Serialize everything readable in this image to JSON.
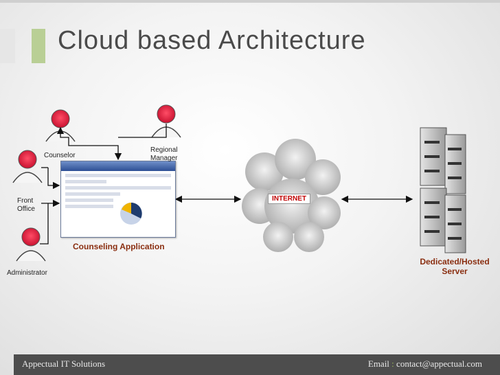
{
  "slide": {
    "title": "Cloud based Architecture"
  },
  "diagram": {
    "users": [
      {
        "label": "Counselor"
      },
      {
        "label": "Regional\nManager"
      },
      {
        "label": "Front\nOffice"
      },
      {
        "label": "Administrator"
      }
    ],
    "application_label": "Counseling Application",
    "internet_label": "INTERNET",
    "server_label": "Dedicated/Hosted\nServer"
  },
  "footer": {
    "company": "Appectual IT Solutions",
    "email_label": "Email",
    "separator": ":",
    "email": "contact@appectual.com"
  },
  "colors": {
    "accent_green": "#9bbb59",
    "footer_bg": "#4d4d4d",
    "user_head": "#e8203c",
    "label_red": "#8a2e10"
  }
}
